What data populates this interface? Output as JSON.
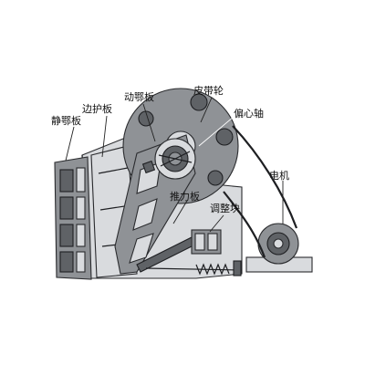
{
  "diagram": {
    "labels": {
      "fixed_jaw_plate": "静鄂板",
      "side_guard_plate": "边护板",
      "movable_jaw_plate": "动鄂板",
      "pulley": "皮带轮",
      "eccentric_shaft": "偏心轴",
      "toggle_plate": "推力板",
      "adjusting_block": "调整块",
      "motor": "电机"
    },
    "colors": {
      "metal": "#8f9296",
      "dark_metal": "#5f6266",
      "light_metal": "#d9dbde",
      "outline": "#1e1f22",
      "label_text": "#111111"
    }
  }
}
